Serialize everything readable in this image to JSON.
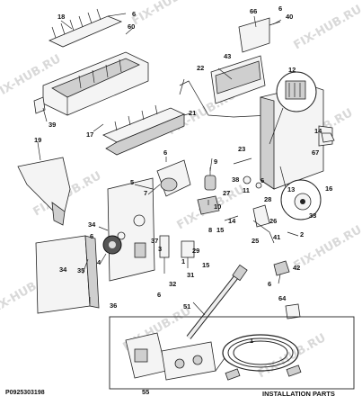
{
  "watermark": "FIX-HUB.RU",
  "diagram_code": "P0925303198",
  "installation_label": "INSTALLATION PARTS",
  "callouts": [
    {
      "id": "c18",
      "text": "18"
    },
    {
      "id": "c6a",
      "text": "6"
    },
    {
      "id": "c60",
      "text": "60"
    },
    {
      "id": "c66",
      "text": "66"
    },
    {
      "id": "c6b",
      "text": "6"
    },
    {
      "id": "c40",
      "text": "40"
    },
    {
      "id": "c43",
      "text": "43"
    },
    {
      "id": "c22",
      "text": "22"
    },
    {
      "id": "c39",
      "text": "39"
    },
    {
      "id": "c17",
      "text": "17"
    },
    {
      "id": "c21",
      "text": "21"
    },
    {
      "id": "c12",
      "text": "12"
    },
    {
      "id": "c14",
      "text": "14"
    },
    {
      "id": "c19",
      "text": "19"
    },
    {
      "id": "c6c",
      "text": "6"
    },
    {
      "id": "c67",
      "text": "67"
    },
    {
      "id": "c23",
      "text": "23"
    },
    {
      "id": "c5",
      "text": "5"
    },
    {
      "id": "c9",
      "text": "9"
    },
    {
      "id": "c7",
      "text": "7"
    },
    {
      "id": "c38",
      "text": "38"
    },
    {
      "id": "c11",
      "text": "11"
    },
    {
      "id": "c6d",
      "text": "6"
    },
    {
      "id": "c27",
      "text": "27"
    },
    {
      "id": "c13",
      "text": "13"
    },
    {
      "id": "c16",
      "text": "16"
    },
    {
      "id": "c10",
      "text": "10"
    },
    {
      "id": "c33",
      "text": "33"
    },
    {
      "id": "c28",
      "text": "28"
    },
    {
      "id": "c26",
      "text": "26"
    },
    {
      "id": "c34a",
      "text": "34"
    },
    {
      "id": "c6e",
      "text": "6"
    },
    {
      "id": "c8",
      "text": "8"
    },
    {
      "id": "c15a",
      "text": "15"
    },
    {
      "id": "c14b",
      "text": "14"
    },
    {
      "id": "c25",
      "text": "25"
    },
    {
      "id": "c41",
      "text": "41"
    },
    {
      "id": "c2",
      "text": "2"
    },
    {
      "id": "c29",
      "text": "29"
    },
    {
      "id": "c37",
      "text": "37"
    },
    {
      "id": "c3",
      "text": "3"
    },
    {
      "id": "c31",
      "text": "31"
    },
    {
      "id": "c4",
      "text": "4"
    },
    {
      "id": "c35",
      "text": "35"
    },
    {
      "id": "c34b",
      "text": "34"
    },
    {
      "id": "c15b",
      "text": "15"
    },
    {
      "id": "c1a",
      "text": "1"
    },
    {
      "id": "c42",
      "text": "42"
    },
    {
      "id": "c6f",
      "text": "6"
    },
    {
      "id": "c32",
      "text": "32"
    },
    {
      "id": "c6g",
      "text": "6"
    },
    {
      "id": "c36",
      "text": "36"
    },
    {
      "id": "c51",
      "text": "51"
    },
    {
      "id": "c64",
      "text": "64"
    },
    {
      "id": "c1b",
      "text": "1"
    },
    {
      "id": "c55",
      "text": "55"
    }
  ]
}
